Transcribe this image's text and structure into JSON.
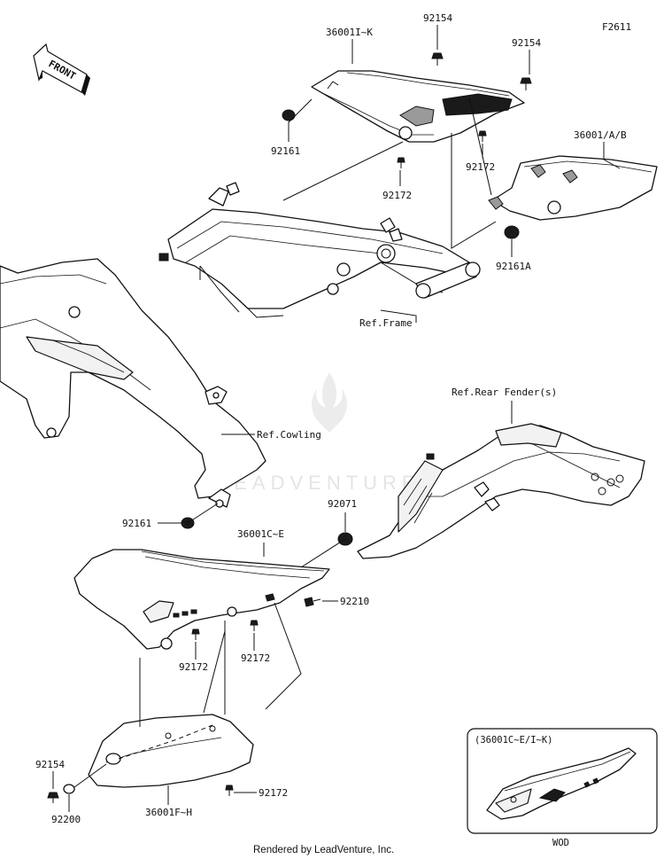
{
  "diagram_code": "F2611",
  "front_label": "FRONT",
  "watermark": "LEADVENTURE",
  "credit": "Rendered by LeadVenture, Inc.",
  "labels": {
    "p36001_ik": "36001I~K",
    "p92154_top": "92154",
    "p92154_right": "92154",
    "p36001_ab": "36001/A/B",
    "p92161_top": "92161",
    "p92172_a": "92172",
    "p92172_b": "92172",
    "p92161a": "92161A",
    "ref_frame": "Ref.Frame",
    "ref_rear_fender": "Ref.Rear Fender(s)",
    "ref_cowling": "Ref.Cowling",
    "p92161_mid": "92161",
    "p92071": "92071",
    "p36001_ce": "36001C~E",
    "p92210": "92210",
    "p92172_c": "92172",
    "p92172_d": "92172",
    "p92154_bottom": "92154",
    "p92200": "92200",
    "p36001_fh": "36001F~H",
    "p92172_e": "92172"
  },
  "inset": {
    "title": "(36001C~E/I~K)",
    "caption": "WOD"
  }
}
